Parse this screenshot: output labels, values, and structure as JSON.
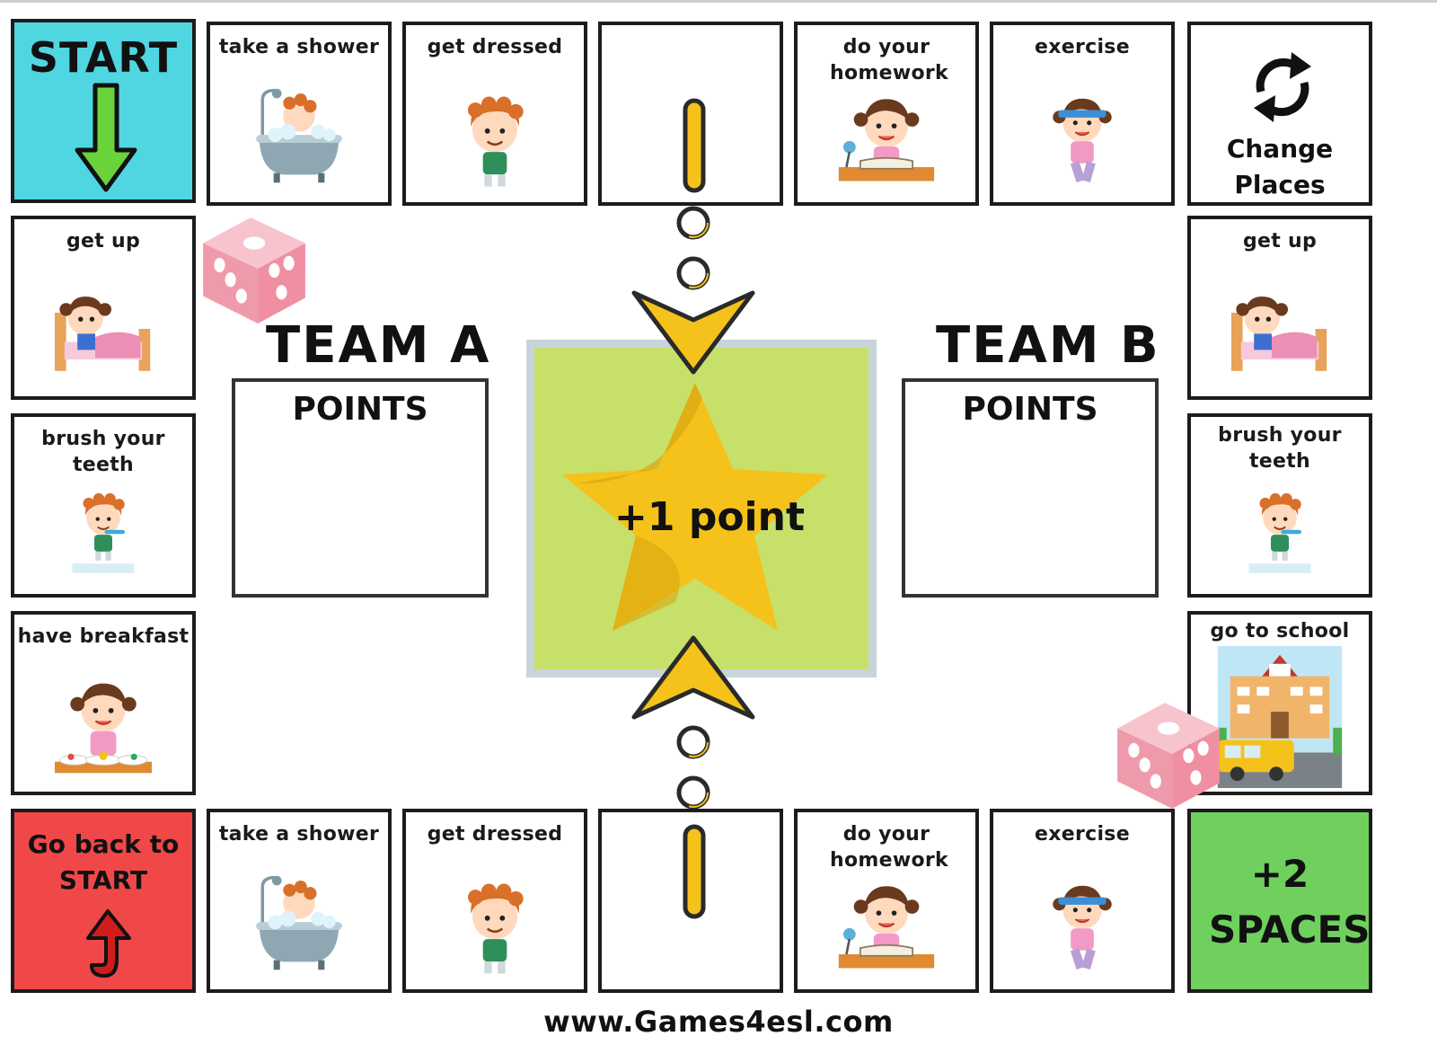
{
  "board": {
    "start_label": "START",
    "top_row": [
      {
        "label": "take a shower",
        "icon": "shower-kid-icon"
      },
      {
        "label": "get dressed",
        "icon": "dressing-kid-icon"
      },
      {
        "label": "",
        "icon": "ladder-top-icon"
      },
      {
        "label": "do your homework",
        "icon": "homework-girl-icon"
      },
      {
        "label": "exercise",
        "icon": "running-girl-icon"
      }
    ],
    "change_places": "Change Places",
    "left_column": [
      {
        "label": "get up",
        "icon": "wake-up-girl-icon"
      },
      {
        "label": "brush your teeth",
        "icon": "brushing-boy-icon"
      },
      {
        "label": "have breakfast",
        "icon": "breakfast-girl-icon"
      }
    ],
    "right_column": [
      {
        "label": "get up",
        "icon": "wake-up-girl-icon"
      },
      {
        "label": "brush your teeth",
        "icon": "brushing-boy-icon"
      },
      {
        "label": "go to school",
        "icon": "school-bus-icon"
      }
    ],
    "go_back": "Go back to START",
    "bottom_row": [
      {
        "label": "take a shower",
        "icon": "shower-kid-icon"
      },
      {
        "label": "get dressed",
        "icon": "dressing-kid-icon"
      },
      {
        "label": "",
        "icon": "ladder-bottom-icon"
      },
      {
        "label": "do your homework",
        "icon": "homework-girl-icon"
      },
      {
        "label": "exercise",
        "icon": "running-girl-icon"
      }
    ],
    "plus2": "+2 SPACES"
  },
  "teams": {
    "a": {
      "name": "TEAM A",
      "points_label": "POINTS"
    },
    "b": {
      "name": "TEAM B",
      "points_label": "POINTS"
    }
  },
  "center": {
    "star_label": "+1 point"
  },
  "footer": "www.Games4esl.com",
  "colors": {
    "start": "#4fd6e0",
    "go_back": "#f04848",
    "plus2": "#6fd05e",
    "center": "#c7e06a",
    "star": "#f5c21b",
    "dice": "#f0a3b0"
  }
}
